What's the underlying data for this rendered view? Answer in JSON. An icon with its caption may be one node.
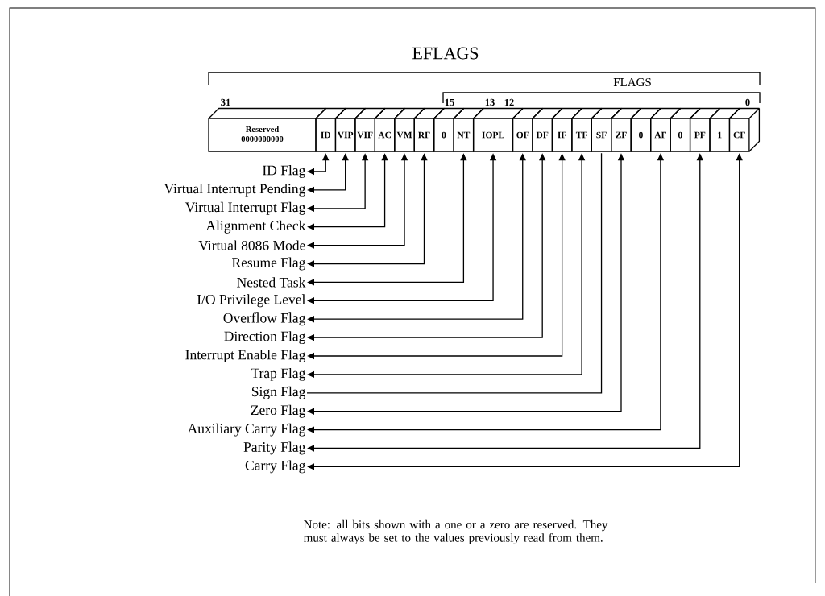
{
  "diagram": {
    "title": "EFLAGS",
    "nodes": [
      {
        "text": [
          "Reserved",
          "0000000000"
        ]
      },
      {
        "text": [
          "ID"
        ]
      },
      {
        "text": [
          "VIP"
        ]
      },
      {
        "text": [
          "VIF"
        ]
      },
      {
        "text": [
          "AC"
        ]
      },
      {
        "text": [
          "VM"
        ]
      },
      {
        "text": [
          "RF"
        ]
      },
      {
        "text": [
          "0"
        ]
      },
      {
        "text": [
          "NT"
        ]
      },
      {
        "text": [
          "IOPL"
        ]
      },
      {
        "text": [
          "OF"
        ]
      },
      {
        "text": [
          "DF"
        ]
      },
      {
        "text": [
          "IF"
        ]
      },
      {
        "text": [
          "TF"
        ]
      },
      {
        "text": [
          "SF"
        ]
      },
      {
        "text": [
          "ZF"
        ]
      },
      {
        "text": [
          "0"
        ]
      },
      {
        "text": [
          "AF"
        ]
      },
      {
        "text": [
          "0"
        ]
      },
      {
        "text": [
          "PF"
        ]
      },
      {
        "text": [
          "1"
        ]
      },
      {
        "text": [
          "CF"
        ]
      },
      {
        "text": [
          "ID Flag"
        ]
      },
      {
        "text": [
          "Virtual Interrupt Pending"
        ]
      },
      {
        "text": [
          "Virtual Interrupt Flag"
        ]
      },
      {
        "text": [
          "Alignment Check"
        ]
      },
      {
        "text": [
          "Virtual 8086 Mode"
        ]
      },
      {
        "text": [
          "Resume Flag"
        ]
      },
      {
        "text": [
          "Nested Task"
        ]
      },
      {
        "text": [
          "I/O Privilege Level"
        ]
      },
      {
        "text": [
          "Overflow Flag"
        ]
      },
      {
        "text": [
          "Direction Flag"
        ]
      },
      {
        "text": [
          "Interrupt Enable Flag"
        ]
      },
      {
        "text": [
          "Trap Flag"
        ]
      },
      {
        "text": [
          "Sign Flag"
        ]
      },
      {
        "text": [
          "Zero Flag"
        ]
      },
      {
        "text": [
          "Auxiliary Carry Flag"
        ]
      },
      {
        "text": [
          "Parity Flag"
        ]
      },
      {
        "text": [
          "Carry Flag"
        ]
      }
    ],
    "edges": [
      {
        "from": 1,
        "to": 22,
        "arrow": "both"
      },
      {
        "from": 2,
        "to": 23,
        "arrow": "both"
      },
      {
        "from": 3,
        "to": 24,
        "arrow": "both"
      },
      {
        "from": 4,
        "to": 25,
        "arrow": "both"
      },
      {
        "from": 5,
        "to": 26,
        "arrow": "both"
      },
      {
        "from": 6,
        "to": 27,
        "arrow": "both"
      },
      {
        "from": 8,
        "to": 28,
        "arrow": "both"
      },
      {
        "from": 9,
        "to": 29,
        "arrow": "both"
      },
      {
        "from": 10,
        "to": 30,
        "arrow": "both"
      },
      {
        "from": 11,
        "to": 31,
        "arrow": "both"
      },
      {
        "from": 12,
        "to": 32,
        "arrow": "both"
      },
      {
        "from": 13,
        "to": 33,
        "arrow": "both"
      },
      {
        "from": 14,
        "to": 34,
        "arrow": "none"
      },
      {
        "from": 15,
        "to": 35,
        "arrow": "both"
      },
      {
        "from": 17,
        "to": 36,
        "arrow": "both"
      },
      {
        "from": 19,
        "to": 37,
        "arrow": "both"
      },
      {
        "from": 21,
        "to": 38,
        "arrow": "both"
      }
    ],
    "labels": [
      "FLAGS",
      "31",
      "15",
      "13",
      "12",
      "0",
      "Note: all bits shown with a one or a zero are reserved. They must always be set to the values previously read from them."
    ]
  }
}
